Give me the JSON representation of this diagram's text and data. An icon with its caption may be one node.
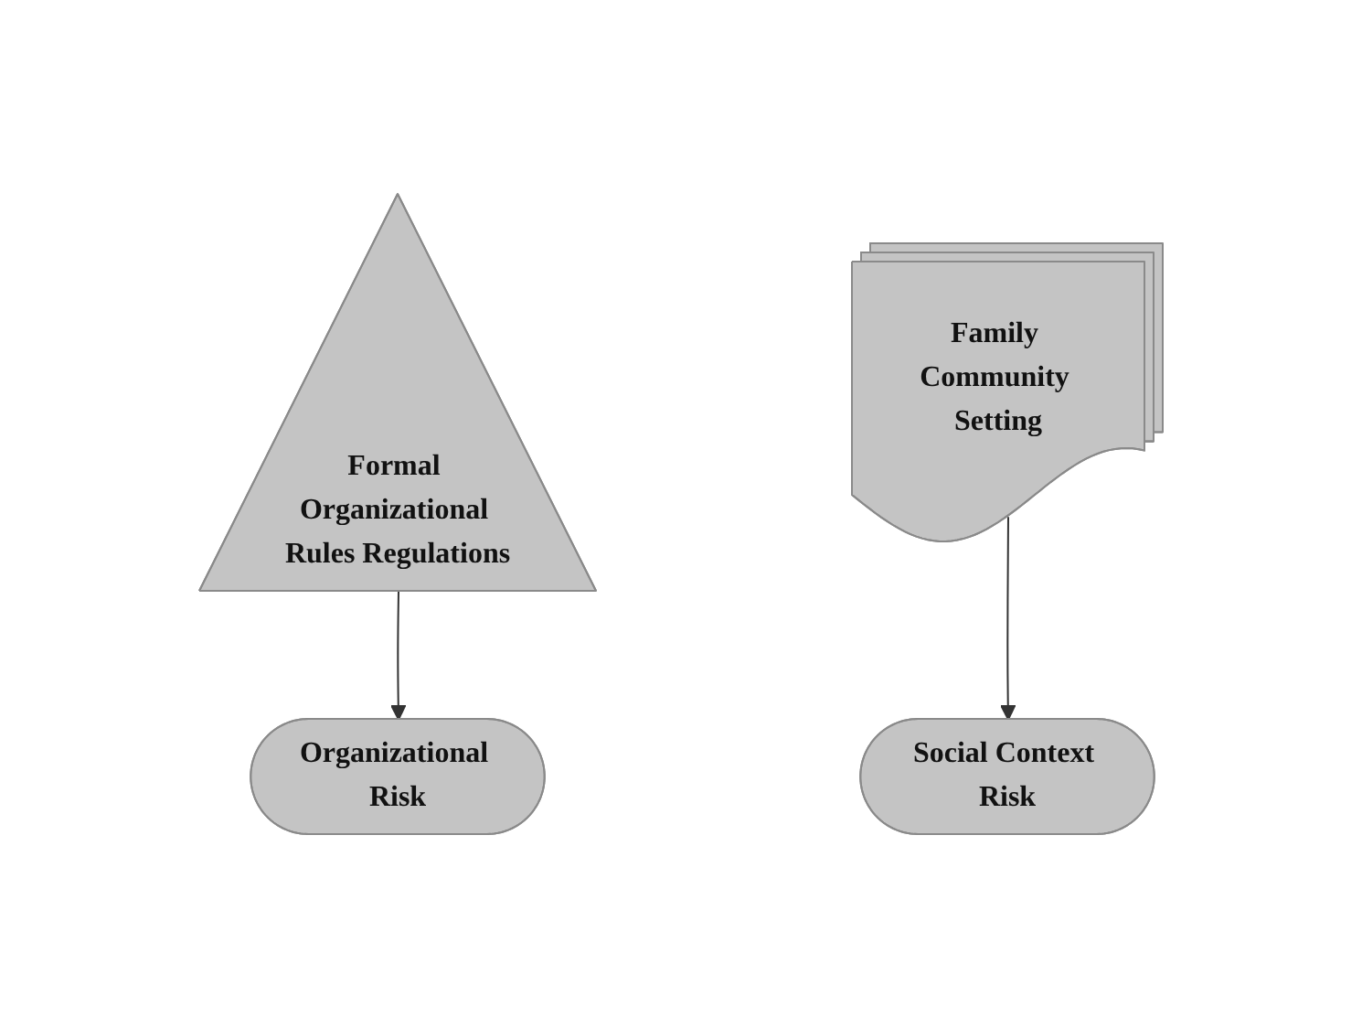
{
  "diagram": {
    "nodes": [
      {
        "text": [
          "Formal Organizational Rules Regulations"
        ]
      },
      {
        "text": [
          "Organizational Risk"
        ]
      },
      {
        "text": [
          "Family Community Setting"
        ]
      },
      {
        "text": [
          "Social Context Risk"
        ]
      }
    ],
    "edges": [
      {
        "from": 0,
        "to": 1,
        "arrow": "to"
      },
      {
        "from": 2,
        "to": 3,
        "arrow": "to"
      }
    ]
  }
}
